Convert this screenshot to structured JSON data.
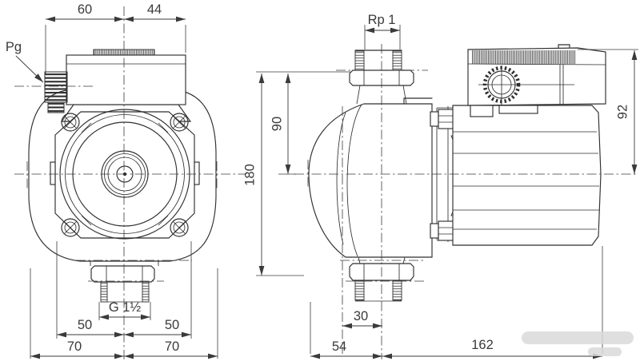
{
  "labels": {
    "pg": "Pg",
    "rp1": "Rp 1",
    "g_thread": "G 1½"
  },
  "dimensions": {
    "width_left": "60",
    "width_right": "44",
    "height_axis": "90",
    "height_total": "180",
    "height_motor_top": "92",
    "port_half_left": "50",
    "port_half_right": "50",
    "base_half_left": "70",
    "base_half_right": "70",
    "depth_offset": "30",
    "depth_front": "54",
    "depth_rear": "162"
  },
  "colors": {
    "line": "#2f2f2f",
    "background": "#ffffff",
    "dim_text": "#3a3a3a",
    "watermark": "#d9d9d9"
  }
}
